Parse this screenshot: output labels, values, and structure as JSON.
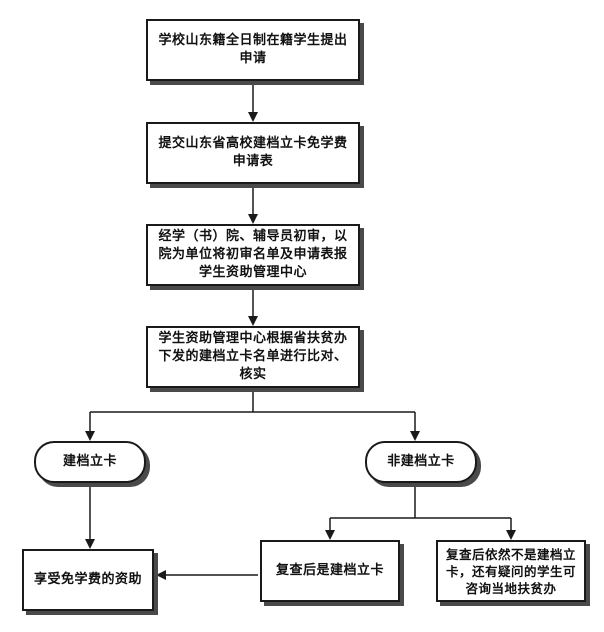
{
  "flowchart": {
    "steps": [
      {
        "label": "学校山东籍全日制在籍学生提出申请"
      },
      {
        "label": "提交山东省高校建档立卡免学费申请表"
      },
      {
        "label": "经学（书）院、辅导员初审，以院为单位将初审名单及申请表报学生资助管理中心"
      },
      {
        "label": "学生资助管理中心根据省扶贫办下发的建档立卡名单进行比对、核实"
      }
    ],
    "branches": {
      "archived": "建档立卡",
      "not_archived": "非建档立卡"
    },
    "outcomes": {
      "enjoy": "享受免学费的资助",
      "recheck_archived": "复查后是建档立卡",
      "recheck_not_archived": "复查后依然不是建档立卡，还有疑问的学生可咨询当地扶贫办"
    }
  }
}
